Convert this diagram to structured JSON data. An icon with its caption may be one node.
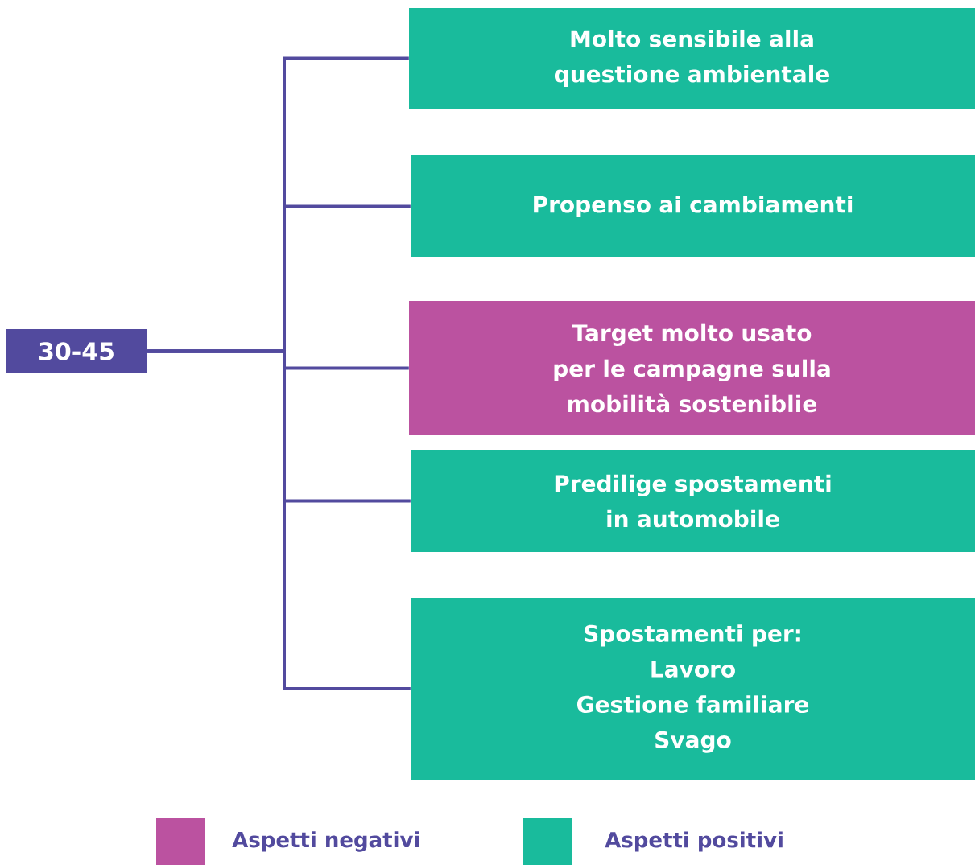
{
  "diagram": {
    "nodes": [
      {
        "text": [
          "30-45"
        ]
      },
      {
        "text": [
          "Molto sensibile alla questione ambientale"
        ]
      },
      {
        "text": [
          "Propenso ai cambiamenti"
        ]
      },
      {
        "text": [
          "Target molto usato per le campagne sulla mobilità sosteniblie"
        ]
      },
      {
        "text": [
          "Predilige spostamenti in automobile"
        ]
      },
      {
        "text": [
          "Spostamenti per:",
          "Lavoro",
          "Gestione familiare",
          "Svago"
        ]
      }
    ],
    "edges": [
      {
        "from": 0,
        "to": 1,
        "arrow": "none"
      },
      {
        "from": 0,
        "to": 2,
        "arrow": "none"
      },
      {
        "from": 0,
        "to": 3,
        "arrow": "none"
      },
      {
        "from": 0,
        "to": 4,
        "arrow": "none"
      },
      {
        "from": 0,
        "to": 5,
        "arrow": "none"
      }
    ],
    "legend": [
      {
        "text": "Aspetti negativi",
        "color": "#bb52a0"
      },
      {
        "text": "Aspetti positivi",
        "color": "#19bb9c"
      }
    ]
  }
}
